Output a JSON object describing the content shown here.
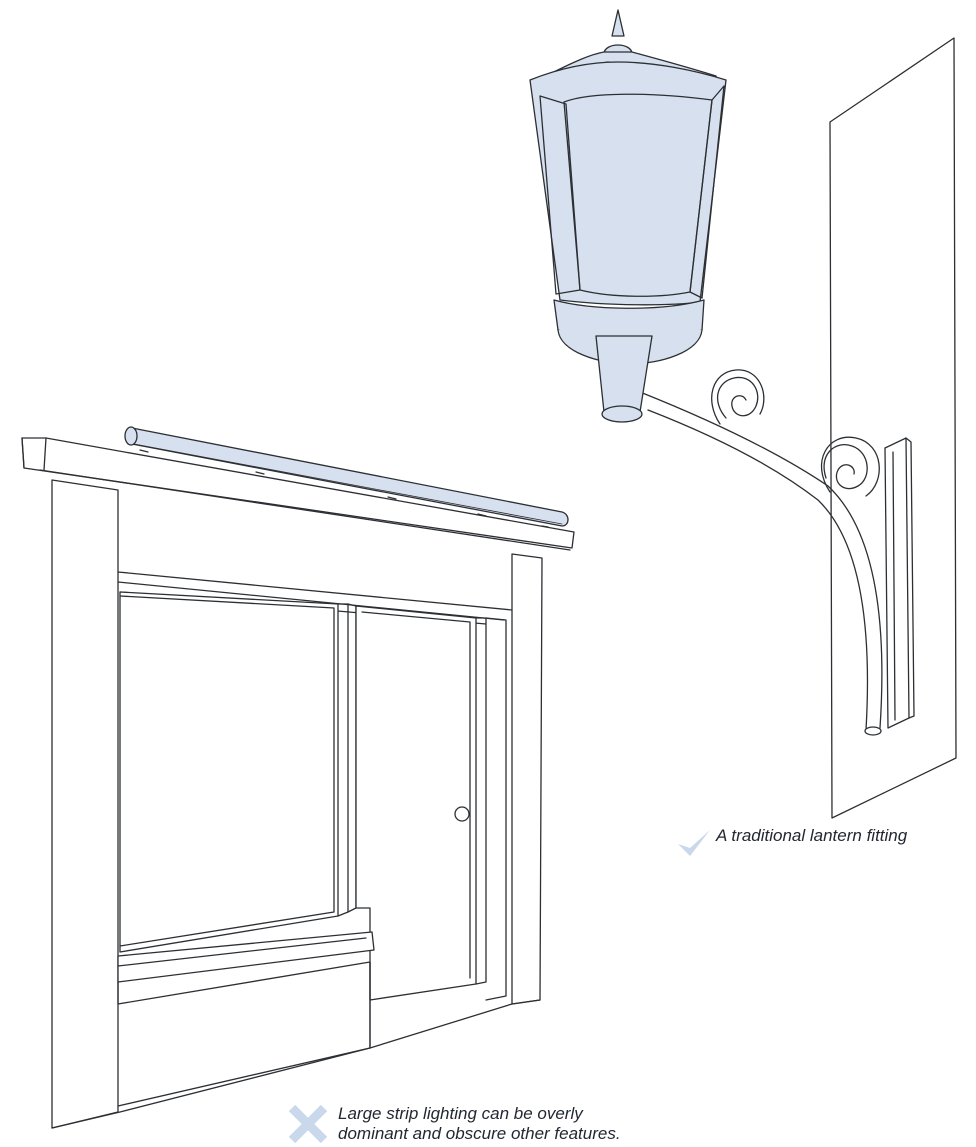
{
  "captions": {
    "lantern": {
      "text": "A traditional lantern fitting",
      "verdict": "good",
      "icon": "check-icon"
    },
    "strip": {
      "line1": "Large strip lighting can be overly",
      "line2": "dominant and obscure other features.",
      "verdict": "bad",
      "icon": "cross-icon"
    }
  },
  "colors": {
    "line": "#2c2f33",
    "fill_highlight": "#d6e0ee",
    "icon_mark": "#c9d8ea",
    "caption_text": "#222831",
    "background": "#ffffff"
  }
}
